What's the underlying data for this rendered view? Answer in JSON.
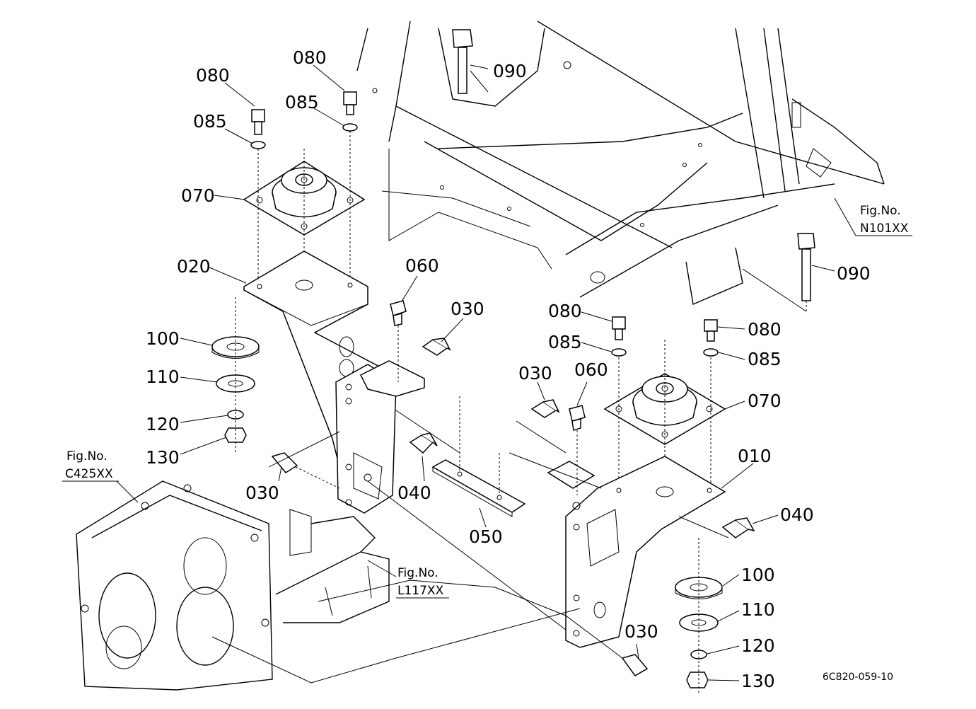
{
  "parts": {
    "p020": "020",
    "p070a": "070",
    "p080a": "080",
    "p085a": "085",
    "p080b": "080",
    "p085b": "085",
    "p090a": "090",
    "p090b": "090",
    "p060a": "060",
    "p030a": "030",
    "p100a": "100",
    "p110a": "110",
    "p120a": "120",
    "p130a": "130",
    "p030b": "030",
    "p040a": "040",
    "p050": "050",
    "p080c": "080",
    "p085c": "085",
    "p080d": "080",
    "p085d": "085",
    "p030c": "030",
    "p060b": "060",
    "p070b": "070",
    "p010": "010",
    "p040b": "040",
    "p100b": "100",
    "p110b": "110",
    "p120b": "120",
    "p130b": "130",
    "p030d": "030"
  },
  "refs": {
    "n101": {
      "label": "Fig.No.",
      "code": "N101XX"
    },
    "c425": {
      "label": "Fig.No.",
      "code": "C425XX"
    },
    "l117": {
      "label": "Fig.No.",
      "code": "L117XX"
    }
  },
  "drawing_code": "6C820-059-10"
}
